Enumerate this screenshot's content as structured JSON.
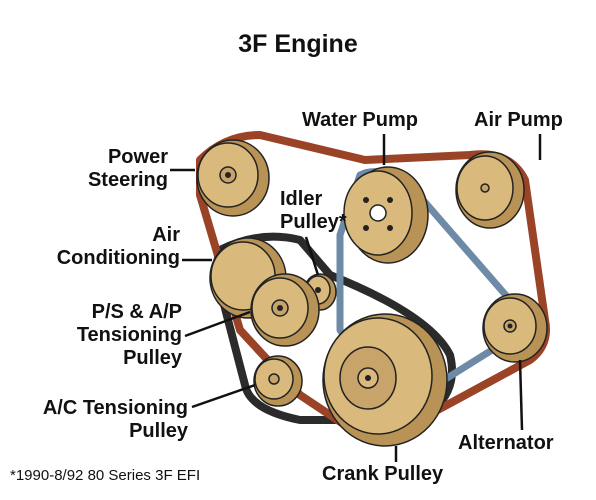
{
  "title": "3F Engine",
  "footnote": "*1990-8/92 80 Series 3F EFI",
  "labels": {
    "power_steering": [
      "Power",
      "Steering"
    ],
    "air_conditioning": [
      "Air",
      "Conditioning"
    ],
    "ps_ap_tensioning": [
      "P/S & A/P",
      "Tensioning",
      "Pulley"
    ],
    "ac_tensioning": [
      "A/C Tensioning",
      "Pulley"
    ],
    "water_pump": "Water Pump",
    "air_pump": "Air Pump",
    "idler": [
      "Idler",
      "Pulley*"
    ],
    "alternator": "Alternator",
    "crank": "Crank Pulley"
  },
  "colors": {
    "pulley": "#d9b97c",
    "pulley_shade": "#b99355",
    "belt_main": "#9a4326",
    "belt_blue": "#6d8ba6",
    "belt_black": "#2b2b2b"
  }
}
